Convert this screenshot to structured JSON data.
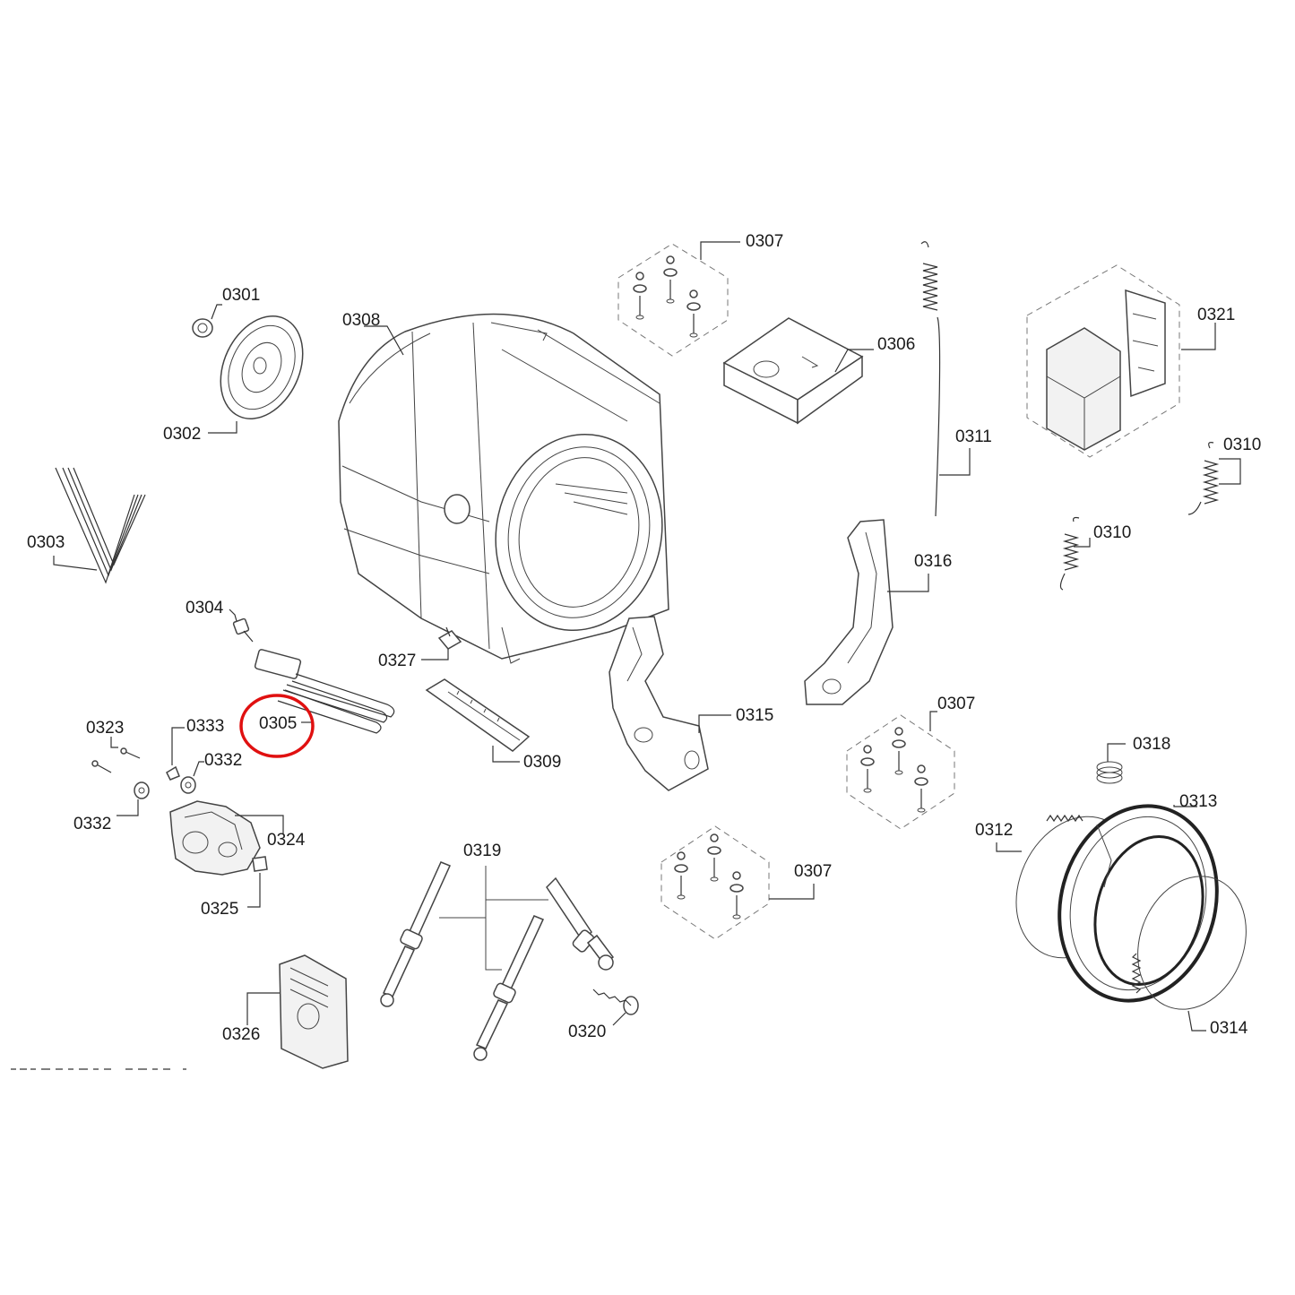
{
  "labels": {
    "p0301": "0301",
    "p0302": "0302",
    "p0303": "0303",
    "p0304": "0304",
    "p0305": "0305",
    "p0306": "0306",
    "p0307a": "0307",
    "p0307b": "0307",
    "p0307c": "0307",
    "p0308": "0308",
    "p0309": "0309",
    "p0310a": "0310",
    "p0310b": "0310",
    "p0311": "0311",
    "p0312": "0312",
    "p0313": "0313",
    "p0314": "0314",
    "p0315": "0315",
    "p0316": "0316",
    "p0318": "0318",
    "p0319": "0319",
    "p0320": "0320",
    "p0321": "0321",
    "p0323": "0323",
    "p0324": "0324",
    "p0325": "0325",
    "p0326": "0326",
    "p0327": "0327",
    "p0332a": "0332",
    "p0332b": "0332",
    "p0333": "0333"
  },
  "highlighted_part": "0305",
  "highlight_color": "#e01010"
}
